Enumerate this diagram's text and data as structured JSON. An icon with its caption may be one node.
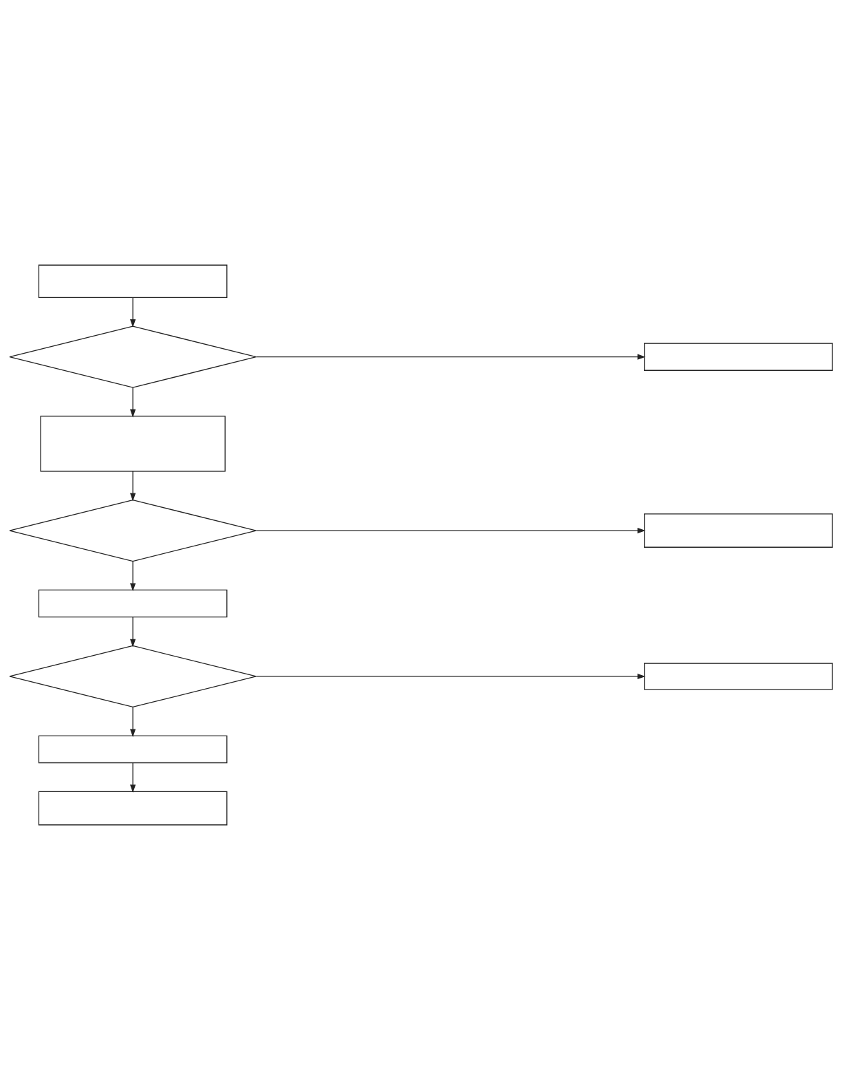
{
  "diagram": {
    "nodes": [
      {
        "text": [],
        "shape": "box"
      },
      {
        "text": [],
        "shape": "diamond"
      },
      {
        "text": [],
        "shape": "box"
      },
      {
        "text": [],
        "shape": "box"
      },
      {
        "text": [],
        "shape": "diamond"
      },
      {
        "text": [],
        "shape": "box"
      },
      {
        "text": [],
        "shape": "box"
      },
      {
        "text": [],
        "shape": "diamond"
      },
      {
        "text": [],
        "shape": "box"
      },
      {
        "text": [],
        "shape": "box"
      },
      {
        "text": [],
        "shape": "box"
      }
    ],
    "edges": [
      {
        "from": 0,
        "to": 1,
        "arrow": "to"
      },
      {
        "from": 1,
        "to": 2,
        "arrow": "to"
      },
      {
        "from": 1,
        "to": 3,
        "arrow": "to"
      },
      {
        "from": 3,
        "to": 4,
        "arrow": "to"
      },
      {
        "from": 4,
        "to": 5,
        "arrow": "to"
      },
      {
        "from": 4,
        "to": 6,
        "arrow": "to"
      },
      {
        "from": 6,
        "to": 7,
        "arrow": "to"
      },
      {
        "from": 7,
        "to": 8,
        "arrow": "to"
      },
      {
        "from": 7,
        "to": 9,
        "arrow": "to"
      },
      {
        "from": 9,
        "to": 10,
        "arrow": "to"
      }
    ]
  }
}
